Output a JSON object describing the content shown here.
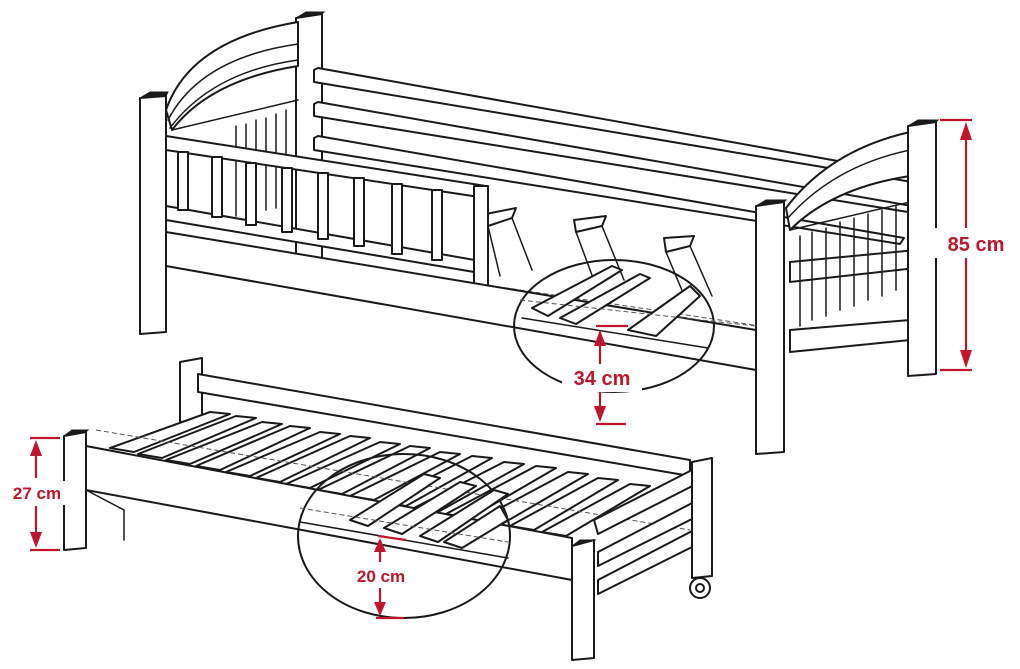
{
  "dimensions": {
    "total_height": "85 cm",
    "main_mattress_height": "34 cm",
    "trundle_height": "27 cm",
    "trundle_mattress_height": "20 cm"
  },
  "colors": {
    "line": "#1a1a1a",
    "dimension": "#c0152b",
    "background": "#ffffff"
  }
}
